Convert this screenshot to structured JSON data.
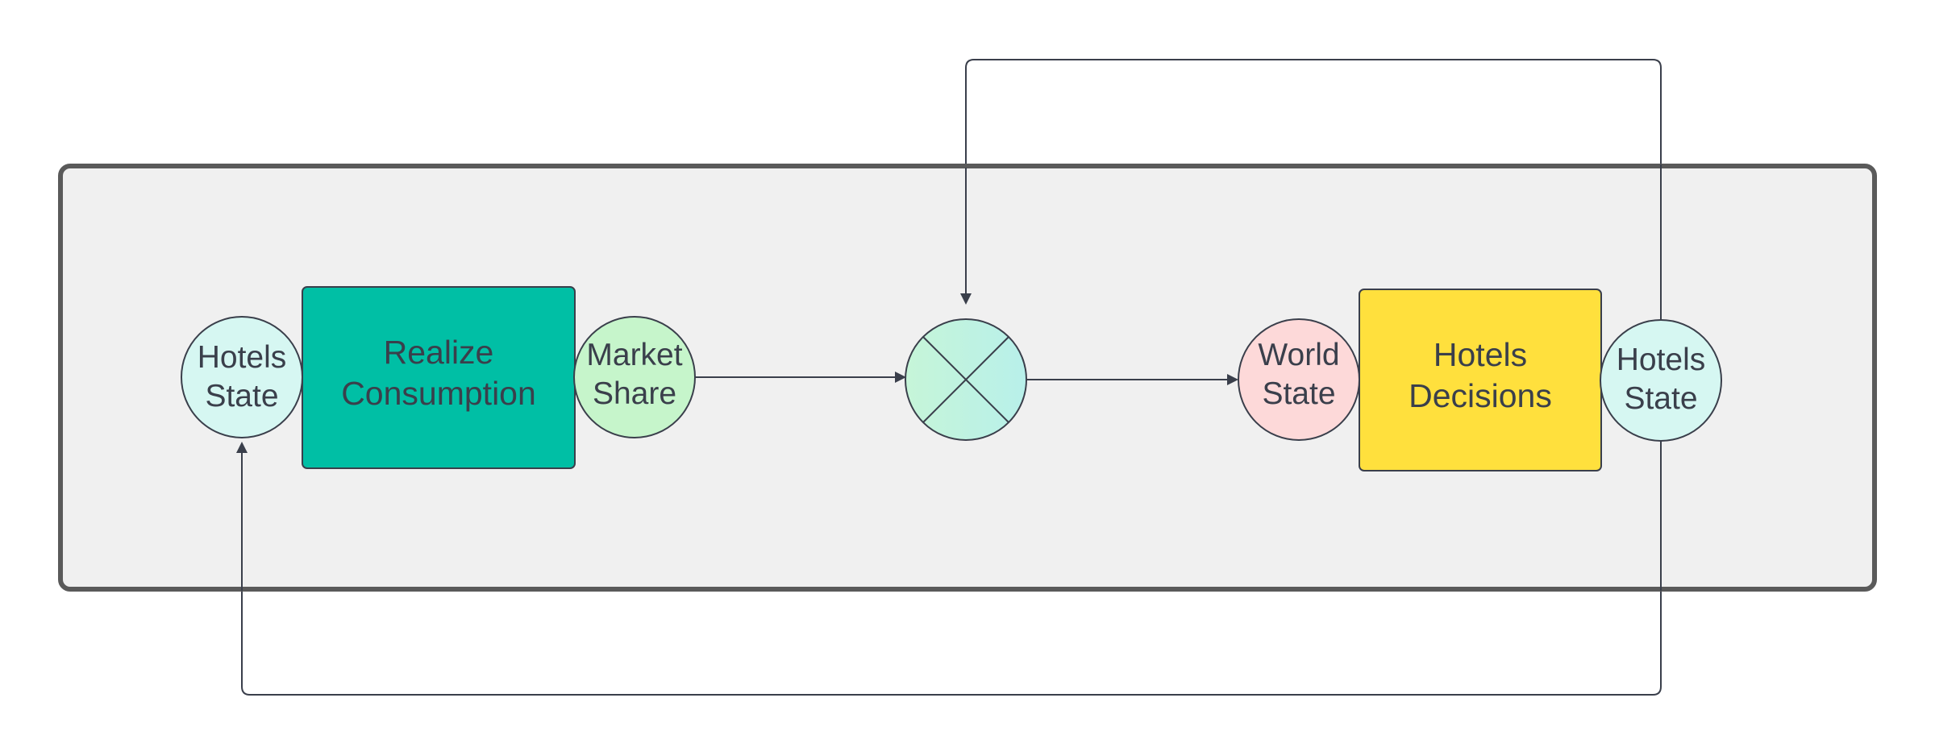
{
  "nodes": {
    "hotels_state_left": {
      "line1": "Hotels",
      "line2": "State"
    },
    "realize_consumption": {
      "line1": "Realize",
      "line2": "Consumption"
    },
    "market_share": {
      "line1": "Market",
      "line2": "Share"
    },
    "world_state": {
      "line1": "World",
      "line2": "State"
    },
    "hotels_decisions": {
      "line1": "Hotels",
      "line2": "Decisions"
    },
    "hotels_state_right": {
      "line1": "Hotels",
      "line2": "State"
    }
  },
  "colors": {
    "container_fill": "#f0f0f0",
    "container_stroke": "#5a5a5a",
    "edge_stroke": "#3a3f4b",
    "hotels_state_fill": "#d6f7f2",
    "realize_consumption_fill": "#00bfa5",
    "market_share_fill": "#c6f5cb",
    "world_state_fill": "#fdd9d9",
    "hotels_decisions_fill": "#ffe03d",
    "junction_fill_left": "#c6f5d8",
    "junction_fill_right": "#b8f0ea"
  }
}
